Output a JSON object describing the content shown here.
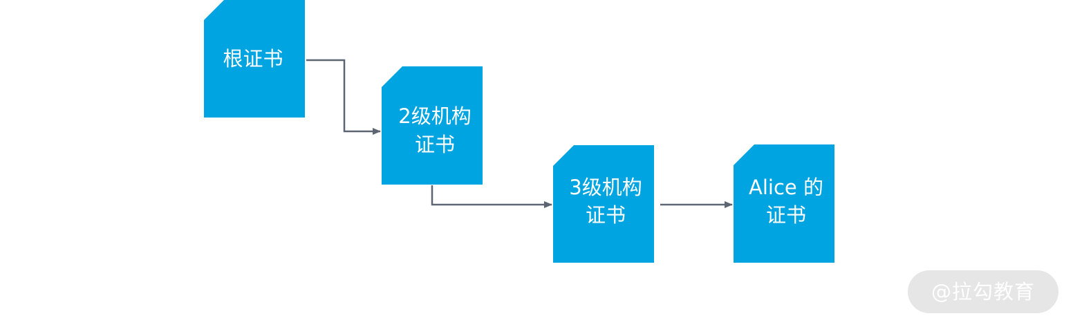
{
  "colors": {
    "node_fill": "#00a4e0",
    "connector": "#5d6573",
    "watermark_bg": "#e6e6e6",
    "watermark_text": "#ffffff"
  },
  "nodes": [
    {
      "id": "root",
      "lines": [
        "根证书"
      ]
    },
    {
      "id": "level2",
      "lines": [
        "2级机构",
        "证书"
      ]
    },
    {
      "id": "level3",
      "lines": [
        "3级机构",
        "证书"
      ]
    },
    {
      "id": "alice",
      "lines": [
        "Alice 的",
        "证书"
      ]
    }
  ],
  "edges": [
    {
      "from": "root",
      "to": "level2"
    },
    {
      "from": "level2",
      "to": "level3"
    },
    {
      "from": "level3",
      "to": "alice"
    }
  ],
  "watermark": {
    "text": "@拉勾教育"
  }
}
